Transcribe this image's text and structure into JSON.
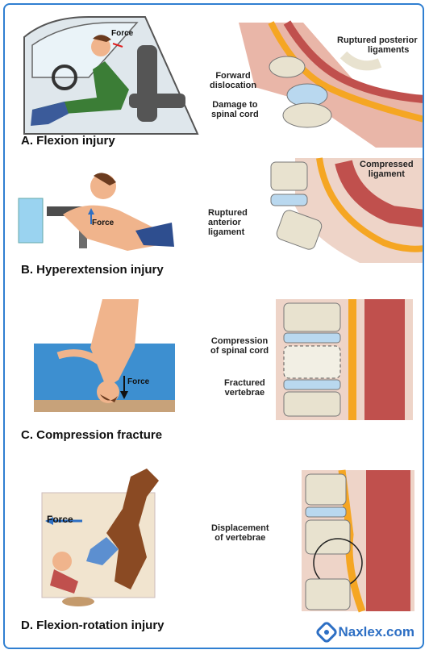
{
  "panels": [
    {
      "title": "A.  Flexion injury",
      "force": "Force",
      "labels": [
        "Ruptured posterior",
        "ligaments",
        "Forward",
        "dislocation",
        "Damage to",
        "spinal cord"
      ]
    },
    {
      "title": "B.  Hyperextension injury",
      "force": "Force",
      "labels": [
        "Compressed",
        "ligament",
        "Ruptured",
        "anterior",
        "ligament"
      ]
    },
    {
      "title": "C.  Compression fracture",
      "force": "Force",
      "labels": [
        "Compression",
        "of spinal cord",
        "Fractured",
        "vertebrae"
      ]
    },
    {
      "title": "D.  Flexion-rotation injury",
      "force": "Force",
      "labels": [
        "Displacement",
        "of vertebrae"
      ]
    }
  ],
  "brand": {
    "name": "Naxlex.com"
  },
  "colors": {
    "frame": "#2f7fd1",
    "cord": "#f5a623",
    "bone": "#e8e2cf",
    "disc": "#b9d8ef",
    "muscle": "#c0504d"
  }
}
